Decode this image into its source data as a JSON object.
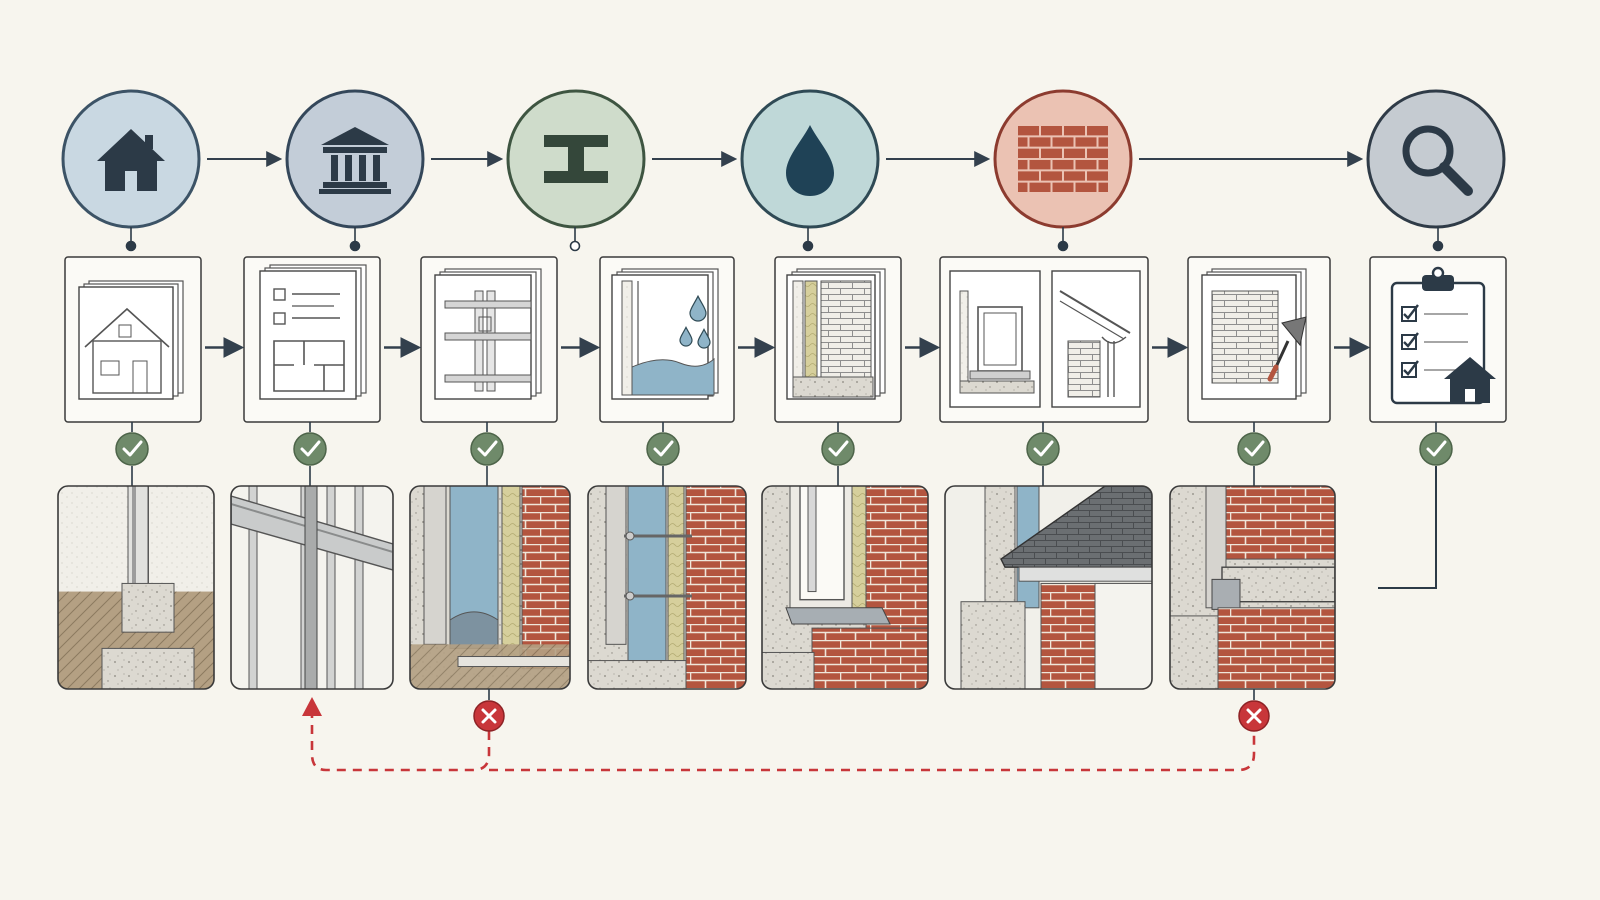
{
  "colors": {
    "background": "#f7f5ee",
    "ink": "#2c3a47",
    "arrow": "#33404d",
    "check_fill": "#6f8a6a",
    "reject_red": "#c8363a",
    "brick": "#b3553f",
    "insulation_blue": "#8fb4c8",
    "concrete": "#d8d5cc"
  },
  "stages": [
    {
      "id": "site",
      "icon": "house-icon",
      "circle_fill": "#c9d8e2",
      "circle_stroke": "#3c5366",
      "doc": "house-elevation-doc",
      "detail": "foundation-footing-detail"
    },
    {
      "id": "structure",
      "icon": "building-columns-icon",
      "circle_fill": "#c3cdd8",
      "circle_stroke": "#34475a",
      "doc": "floor-plan-checklist-doc",
      "detail": "steel-frame-beam-detail"
    },
    {
      "id": "frame",
      "icon": "i-beam-icon",
      "circle_fill": "#cfdccb",
      "circle_stroke": "#3e5541",
      "doc": "steel-connection-doc",
      "detail": "insulated-cavity-wall-detail"
    },
    {
      "id": "waterproofing",
      "icon": "water-drop-icon",
      "circle_fill": "#bfd8d8",
      "circle_stroke": "#2f4a55",
      "doc": "waterproofing-doc",
      "detail": "wall-ties-cavity-detail"
    },
    {
      "id": "masonry",
      "icon": "brick-wall-icon",
      "circle_fill": "#ebc2b3",
      "circle_stroke": "#8c3b2f",
      "doc": "masonry-section-doc",
      "detail": "window-sill-detail"
    },
    {
      "id": "openings-roof",
      "doc": "window-eaves-doc",
      "detail": "roof-eaves-detail"
    },
    {
      "id": "brick-finish",
      "doc": "brick-trowel-doc",
      "detail": "lintel-brick-detail"
    },
    {
      "id": "inspection",
      "icon": "magnifier-icon",
      "circle_fill": "#c5cbd1",
      "circle_stroke": "#2f3b47",
      "doc": "inspection-clipboard-doc"
    }
  ],
  "feedback": {
    "status_icons": [
      "check-icon",
      "reject-icon"
    ],
    "rejected_details": [
      3,
      7
    ],
    "returns_to_stage": 2
  }
}
